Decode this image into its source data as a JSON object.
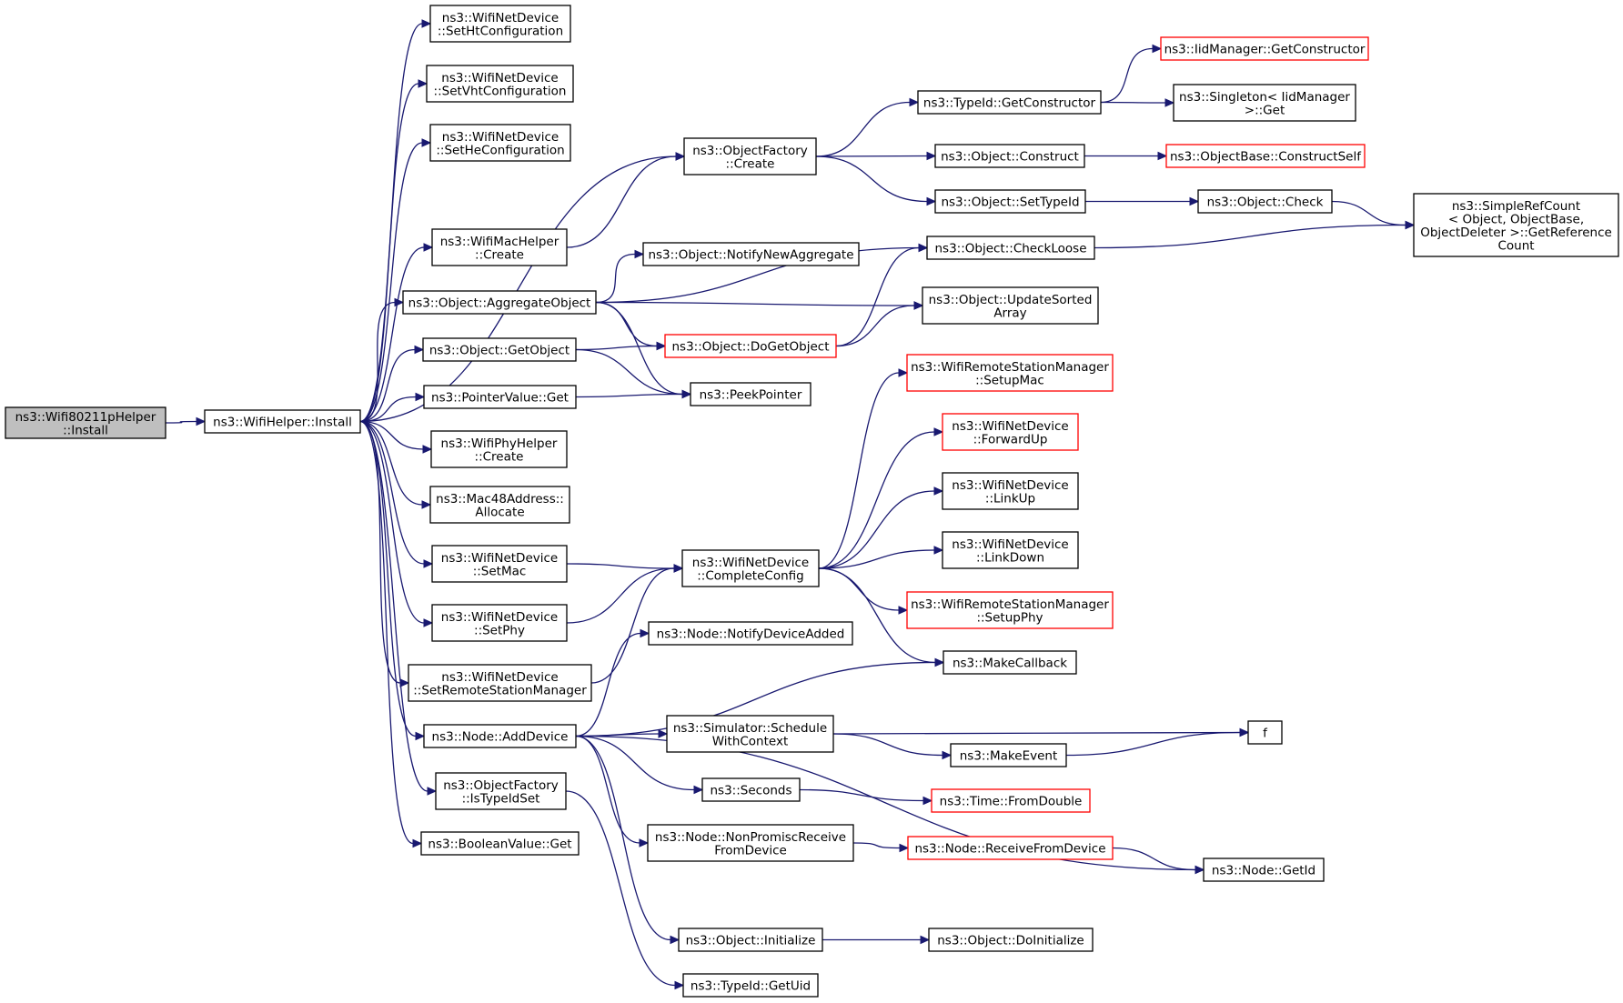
{
  "colors": {
    "edge": "#191970",
    "node_border": "#000000",
    "node_border_truncated": "#ff0000",
    "node_fill": "#ffffff",
    "focus_fill": "#bfbfbf"
  },
  "nodes": [
    {
      "id": "wifi80211p",
      "lines": [
        "ns3::Wifi80211pHelper",
        "::Install"
      ],
      "style": "focus"
    },
    {
      "id": "wifihelper",
      "lines": [
        "ns3::WifiHelper::Install"
      ],
      "style": "normal"
    },
    {
      "id": "setht",
      "lines": [
        "ns3::WifiNetDevice",
        "::SetHtConfiguration"
      ],
      "style": "normal"
    },
    {
      "id": "setvht",
      "lines": [
        "ns3::WifiNetDevice",
        "::SetVhtConfiguration"
      ],
      "style": "normal"
    },
    {
      "id": "sethe",
      "lines": [
        "ns3::WifiNetDevice",
        "::SetHeConfiguration"
      ],
      "style": "normal"
    },
    {
      "id": "macCreate",
      "lines": [
        "ns3::WifiMacHelper",
        "::Create"
      ],
      "style": "normal"
    },
    {
      "id": "aggregate",
      "lines": [
        "ns3::Object::AggregateObject"
      ],
      "style": "normal"
    },
    {
      "id": "getobject",
      "lines": [
        "ns3::Object::GetObject"
      ],
      "style": "normal"
    },
    {
      "id": "pvget",
      "lines": [
        "ns3::PointerValue::Get"
      ],
      "style": "normal"
    },
    {
      "id": "phyCreate",
      "lines": [
        "ns3::WifiPhyHelper",
        "::Create"
      ],
      "style": "normal"
    },
    {
      "id": "mac48",
      "lines": [
        "ns3::Mac48Address::",
        "Allocate"
      ],
      "style": "normal"
    },
    {
      "id": "setmac",
      "lines": [
        "ns3::WifiNetDevice",
        "::SetMac"
      ],
      "style": "normal"
    },
    {
      "id": "setphy",
      "lines": [
        "ns3::WifiNetDevice",
        "::SetPhy"
      ],
      "style": "normal"
    },
    {
      "id": "setrsm",
      "lines": [
        "ns3::WifiNetDevice",
        "::SetRemoteStationManager"
      ],
      "style": "normal"
    },
    {
      "id": "adddevice",
      "lines": [
        "ns3::Node::AddDevice"
      ],
      "style": "normal"
    },
    {
      "id": "istypeidset",
      "lines": [
        "ns3::ObjectFactory",
        "::IsTypeIdSet"
      ],
      "style": "normal"
    },
    {
      "id": "boolget",
      "lines": [
        "ns3::BooleanValue::Get"
      ],
      "style": "normal"
    },
    {
      "id": "ofCreate",
      "lines": [
        "ns3::ObjectFactory",
        "::Create"
      ],
      "style": "normal"
    },
    {
      "id": "notifyagg",
      "lines": [
        "ns3::Object::NotifyNewAggregate"
      ],
      "style": "normal"
    },
    {
      "id": "dogetobject",
      "lines": [
        "ns3::Object::DoGetObject"
      ],
      "style": "truncated"
    },
    {
      "id": "peekpointer",
      "lines": [
        "ns3::PeekPointer"
      ],
      "style": "normal"
    },
    {
      "id": "completeconfig",
      "lines": [
        "ns3::WifiNetDevice",
        "::CompleteConfig"
      ],
      "style": "normal"
    },
    {
      "id": "notifydevadded",
      "lines": [
        "ns3::Node::NotifyDeviceAdded"
      ],
      "style": "normal"
    },
    {
      "id": "schedulewc",
      "lines": [
        "ns3::Simulator::Schedule",
        "WithContext"
      ],
      "style": "normal"
    },
    {
      "id": "seconds",
      "lines": [
        "ns3::Seconds"
      ],
      "style": "normal"
    },
    {
      "id": "nonpromisc",
      "lines": [
        "ns3::Node::NonPromiscReceive",
        "FromDevice"
      ],
      "style": "normal"
    },
    {
      "id": "initialize",
      "lines": [
        "ns3::Object::Initialize"
      ],
      "style": "normal"
    },
    {
      "id": "getuid",
      "lines": [
        "ns3::TypeId::GetUid"
      ],
      "style": "normal"
    },
    {
      "id": "getconstructor",
      "lines": [
        "ns3::TypeId::GetConstructor"
      ],
      "style": "normal"
    },
    {
      "id": "construct",
      "lines": [
        "ns3::Object::Construct"
      ],
      "style": "normal"
    },
    {
      "id": "settypeid",
      "lines": [
        "ns3::Object::SetTypeId"
      ],
      "style": "normal"
    },
    {
      "id": "checkloose",
      "lines": [
        "ns3::Object::CheckLoose"
      ],
      "style": "normal"
    },
    {
      "id": "updatesorted",
      "lines": [
        "ns3::Object::UpdateSorted",
        "Array"
      ],
      "style": "normal"
    },
    {
      "id": "rsmSetupMac",
      "lines": [
        "ns3::WifiRemoteStationManager",
        "::SetupMac"
      ],
      "style": "truncated"
    },
    {
      "id": "forwardup",
      "lines": [
        "ns3::WifiNetDevice",
        "::ForwardUp"
      ],
      "style": "truncated"
    },
    {
      "id": "linkup",
      "lines": [
        "ns3::WifiNetDevice",
        "::LinkUp"
      ],
      "style": "normal"
    },
    {
      "id": "linkdown",
      "lines": [
        "ns3::WifiNetDevice",
        "::LinkDown"
      ],
      "style": "normal"
    },
    {
      "id": "rsmSetupPhy",
      "lines": [
        "ns3::WifiRemoteStationManager",
        "::SetupPhy"
      ],
      "style": "truncated"
    },
    {
      "id": "makecallback",
      "lines": [
        "ns3::MakeCallback"
      ],
      "style": "normal"
    },
    {
      "id": "makeevent",
      "lines": [
        "ns3::MakeEvent"
      ],
      "style": "normal"
    },
    {
      "id": "fromdouble",
      "lines": [
        "ns3::Time::FromDouble"
      ],
      "style": "truncated"
    },
    {
      "id": "receivefromdevice",
      "lines": [
        "ns3::Node::ReceiveFromDevice"
      ],
      "style": "truncated"
    },
    {
      "id": "doinitialize",
      "lines": [
        "ns3::Object::DoInitialize"
      ],
      "style": "normal"
    },
    {
      "id": "iidgetctor",
      "lines": [
        "ns3::IidManager::GetConstructor"
      ],
      "style": "truncated"
    },
    {
      "id": "singleton",
      "lines": [
        "ns3::Singleton< IidManager",
        ">::Get"
      ],
      "style": "normal"
    },
    {
      "id": "constructself",
      "lines": [
        "ns3::ObjectBase::ConstructSelf"
      ],
      "style": "truncated"
    },
    {
      "id": "check",
      "lines": [
        "ns3::Object::Check"
      ],
      "style": "normal"
    },
    {
      "id": "getrefcount",
      "lines": [
        "ns3::SimpleRefCount",
        "< Object, ObjectBase,",
        " ObjectDeleter >::GetReference",
        "Count"
      ],
      "style": "normal"
    },
    {
      "id": "f",
      "lines": [
        "f"
      ],
      "style": "normal"
    },
    {
      "id": "nodegetid",
      "lines": [
        "ns3::Node::GetId"
      ],
      "style": "normal"
    }
  ],
  "edges": [
    [
      "wifi80211p",
      "wifihelper"
    ],
    [
      "wifihelper",
      "setht"
    ],
    [
      "wifihelper",
      "setvht"
    ],
    [
      "wifihelper",
      "sethe"
    ],
    [
      "wifihelper",
      "ofCreate"
    ],
    [
      "wifihelper",
      "macCreate"
    ],
    [
      "wifihelper",
      "aggregate"
    ],
    [
      "wifihelper",
      "getobject"
    ],
    [
      "wifihelper",
      "pvget"
    ],
    [
      "wifihelper",
      "phyCreate"
    ],
    [
      "wifihelper",
      "mac48"
    ],
    [
      "wifihelper",
      "setmac"
    ],
    [
      "wifihelper",
      "setphy"
    ],
    [
      "wifihelper",
      "setrsm"
    ],
    [
      "wifihelper",
      "adddevice"
    ],
    [
      "wifihelper",
      "istypeidset"
    ],
    [
      "wifihelper",
      "boolget"
    ],
    [
      "macCreate",
      "ofCreate"
    ],
    [
      "aggregate",
      "checkloose"
    ],
    [
      "aggregate",
      "notifyagg"
    ],
    [
      "aggregate",
      "updatesorted"
    ],
    [
      "aggregate",
      "dogetobject"
    ],
    [
      "aggregate",
      "peekpointer"
    ],
    [
      "getobject",
      "dogetobject"
    ],
    [
      "getobject",
      "peekpointer"
    ],
    [
      "pvget",
      "peekpointer"
    ],
    [
      "setmac",
      "completeconfig"
    ],
    [
      "setphy",
      "completeconfig"
    ],
    [
      "setrsm",
      "completeconfig"
    ],
    [
      "adddevice",
      "notifydevadded"
    ],
    [
      "adddevice",
      "makecallback"
    ],
    [
      "adddevice",
      "schedulewc"
    ],
    [
      "adddevice",
      "seconds"
    ],
    [
      "adddevice",
      "nonpromisc"
    ],
    [
      "adddevice",
      "nodegetid"
    ],
    [
      "adddevice",
      "initialize"
    ],
    [
      "istypeidset",
      "getuid"
    ],
    [
      "ofCreate",
      "getconstructor"
    ],
    [
      "ofCreate",
      "construct"
    ],
    [
      "ofCreate",
      "settypeid"
    ],
    [
      "dogetobject",
      "checkloose"
    ],
    [
      "dogetobject",
      "updatesorted"
    ],
    [
      "completeconfig",
      "rsmSetupMac"
    ],
    [
      "completeconfig",
      "forwardup"
    ],
    [
      "completeconfig",
      "linkup"
    ],
    [
      "completeconfig",
      "linkdown"
    ],
    [
      "completeconfig",
      "rsmSetupPhy"
    ],
    [
      "completeconfig",
      "makecallback"
    ],
    [
      "schedulewc",
      "f"
    ],
    [
      "schedulewc",
      "makeevent"
    ],
    [
      "seconds",
      "fromdouble"
    ],
    [
      "nonpromisc",
      "receivefromdevice"
    ],
    [
      "initialize",
      "doinitialize"
    ],
    [
      "getconstructor",
      "iidgetctor"
    ],
    [
      "getconstructor",
      "singleton"
    ],
    [
      "construct",
      "constructself"
    ],
    [
      "settypeid",
      "check"
    ],
    [
      "checkloose",
      "getrefcount"
    ],
    [
      "check",
      "getrefcount"
    ],
    [
      "makeevent",
      "f"
    ],
    [
      "receivefromdevice",
      "nodegetid"
    ]
  ]
}
